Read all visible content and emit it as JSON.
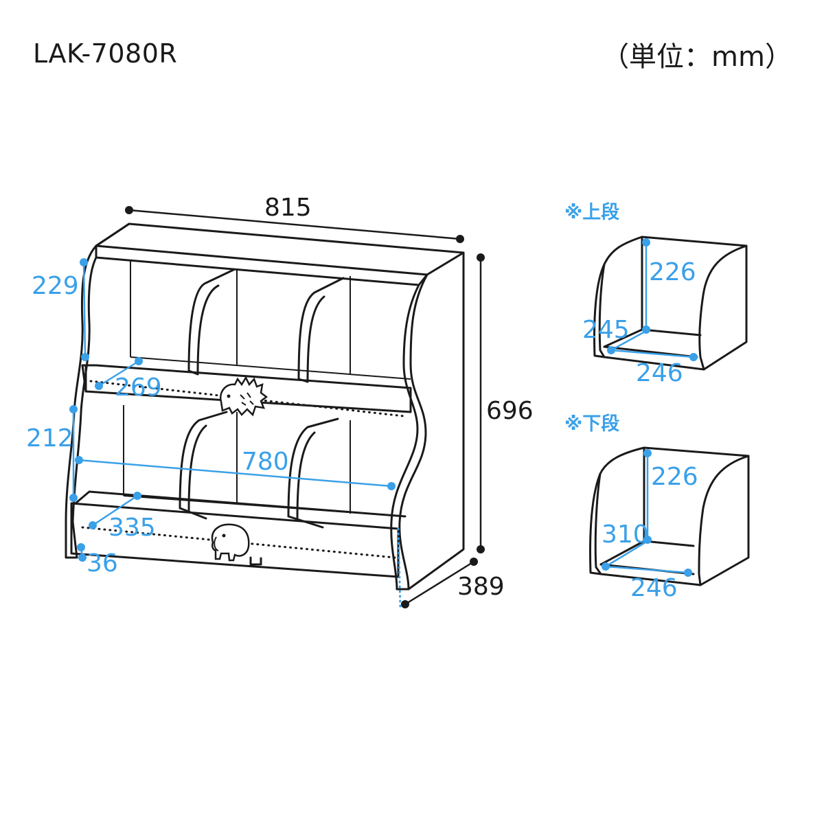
{
  "header": {
    "model": "LAK-7080R",
    "unit": "（単位：mm）"
  },
  "main_view": {
    "width": "815",
    "height": "696",
    "depth": "389",
    "upper_shelf_height": "229",
    "upper_shelf_depth": "269",
    "lower_shelf_height": "212",
    "inner_width": "780",
    "lower_shelf_depth": "335",
    "base_height": "36"
  },
  "upper_section": {
    "label": "※上段",
    "height": "226",
    "depth": "245",
    "width": "246"
  },
  "lower_section": {
    "label": "※下段",
    "height": "226",
    "depth": "310",
    "width": "246"
  },
  "colors": {
    "line": "#1a1a1a",
    "dimension_blue": "#3aa0e8"
  },
  "icons": [
    "hedgehog-icon",
    "elephant-icon"
  ]
}
